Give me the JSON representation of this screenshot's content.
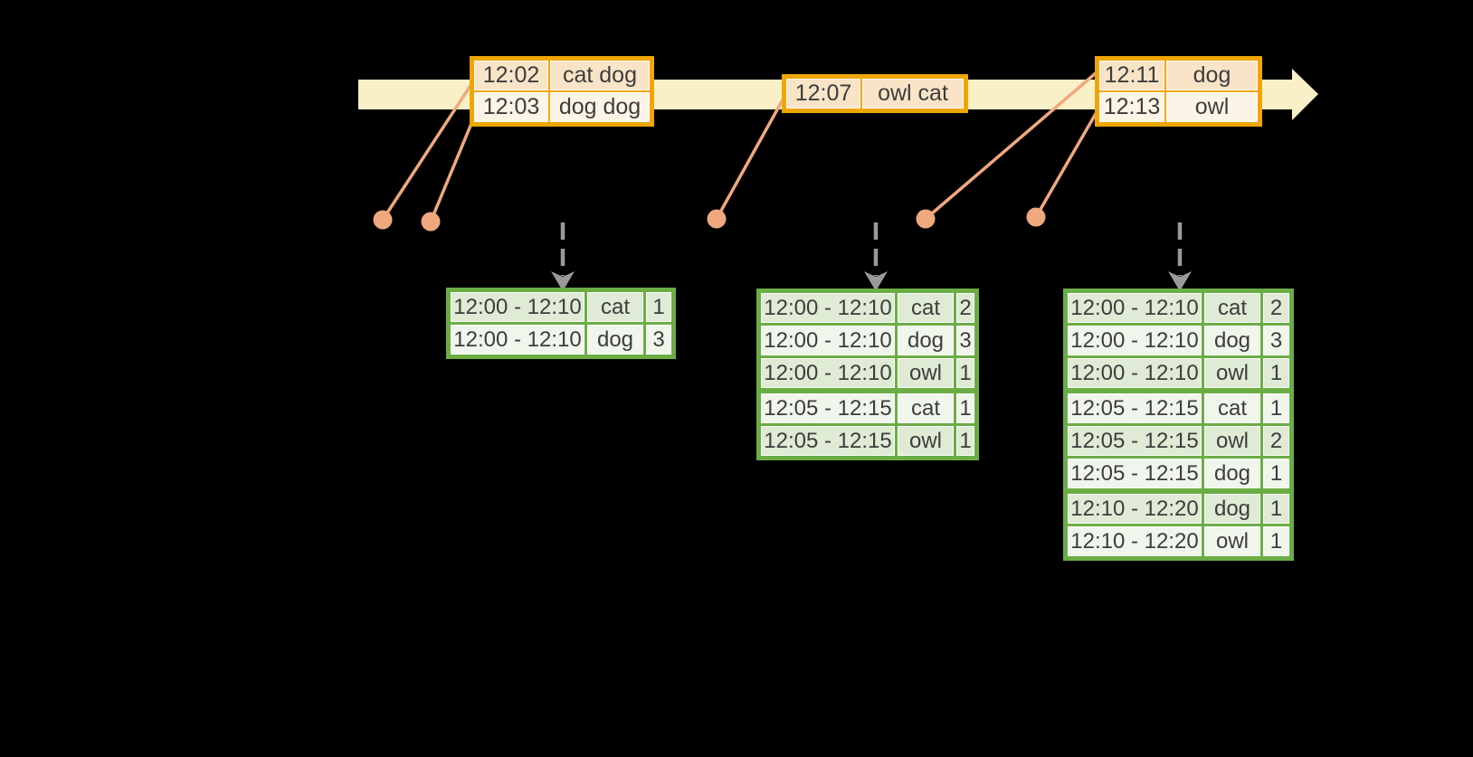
{
  "colors": {
    "background": "#000000",
    "timeline_band": "#FAF0C8",
    "event_border": "#F0A602",
    "event_row_peach": "#FAE4C8",
    "event_row_cream": "#FCF4E6",
    "connector": "#F0A87E",
    "result_border": "#6BAD45",
    "result_row_green": "#DFEBD4",
    "result_row_white": "#F1F6ED",
    "trigger_arrow": "#9A9A9A",
    "text": "#3D3D3D"
  },
  "event_groups": [
    {
      "rows": [
        {
          "time": "12:02",
          "words": "cat dog",
          "tone": "peach"
        },
        {
          "time": "12:03",
          "words": "dog dog",
          "tone": "cream"
        }
      ]
    },
    {
      "rows": [
        {
          "time": "12:07",
          "words": "owl cat",
          "tone": "peach"
        }
      ]
    },
    {
      "rows": [
        {
          "time": "12:11",
          "words": "dog",
          "tone": "peach"
        },
        {
          "time": "12:13",
          "words": "owl",
          "tone": "cream"
        }
      ]
    }
  ],
  "result_tables": [
    {
      "rows": [
        {
          "window": "12:00 - 12:10",
          "word": "cat",
          "count": "1",
          "tone": "green",
          "gap": "n"
        },
        {
          "window": "12:00 - 12:10",
          "word": "dog",
          "count": "3",
          "tone": "white",
          "gap": "n"
        }
      ]
    },
    {
      "rows": [
        {
          "window": "12:00 - 12:10",
          "word": "cat",
          "count": "2",
          "tone": "green",
          "gap": "n"
        },
        {
          "window": "12:00 - 12:10",
          "word": "dog",
          "count": "3",
          "tone": "white",
          "gap": "n"
        },
        {
          "window": "12:00 - 12:10",
          "word": "owl",
          "count": "1",
          "tone": "green",
          "gap": "n"
        },
        {
          "window": "12:05 - 12:15",
          "word": "cat",
          "count": "1",
          "tone": "white",
          "gap": "y"
        },
        {
          "window": "12:05 - 12:15",
          "word": "owl",
          "count": "1",
          "tone": "green",
          "gap": "n"
        }
      ]
    },
    {
      "rows": [
        {
          "window": "12:00 - 12:10",
          "word": "cat",
          "count": "2",
          "tone": "green",
          "gap": "n"
        },
        {
          "window": "12:00 - 12:10",
          "word": "dog",
          "count": "3",
          "tone": "white",
          "gap": "n"
        },
        {
          "window": "12:00 - 12:10",
          "word": "owl",
          "count": "1",
          "tone": "green",
          "gap": "n"
        },
        {
          "window": "12:05 - 12:15",
          "word": "cat",
          "count": "1",
          "tone": "white",
          "gap": "y"
        },
        {
          "window": "12:05 - 12:15",
          "word": "owl",
          "count": "2",
          "tone": "green",
          "gap": "n"
        },
        {
          "window": "12:05 - 12:15",
          "word": "dog",
          "count": "1",
          "tone": "white",
          "gap": "n"
        },
        {
          "window": "12:10 - 12:20",
          "word": "dog",
          "count": "1",
          "tone": "green",
          "gap": "y"
        },
        {
          "window": "12:10 - 12:20",
          "word": "owl",
          "count": "1",
          "tone": "white",
          "gap": "n"
        }
      ]
    }
  ]
}
